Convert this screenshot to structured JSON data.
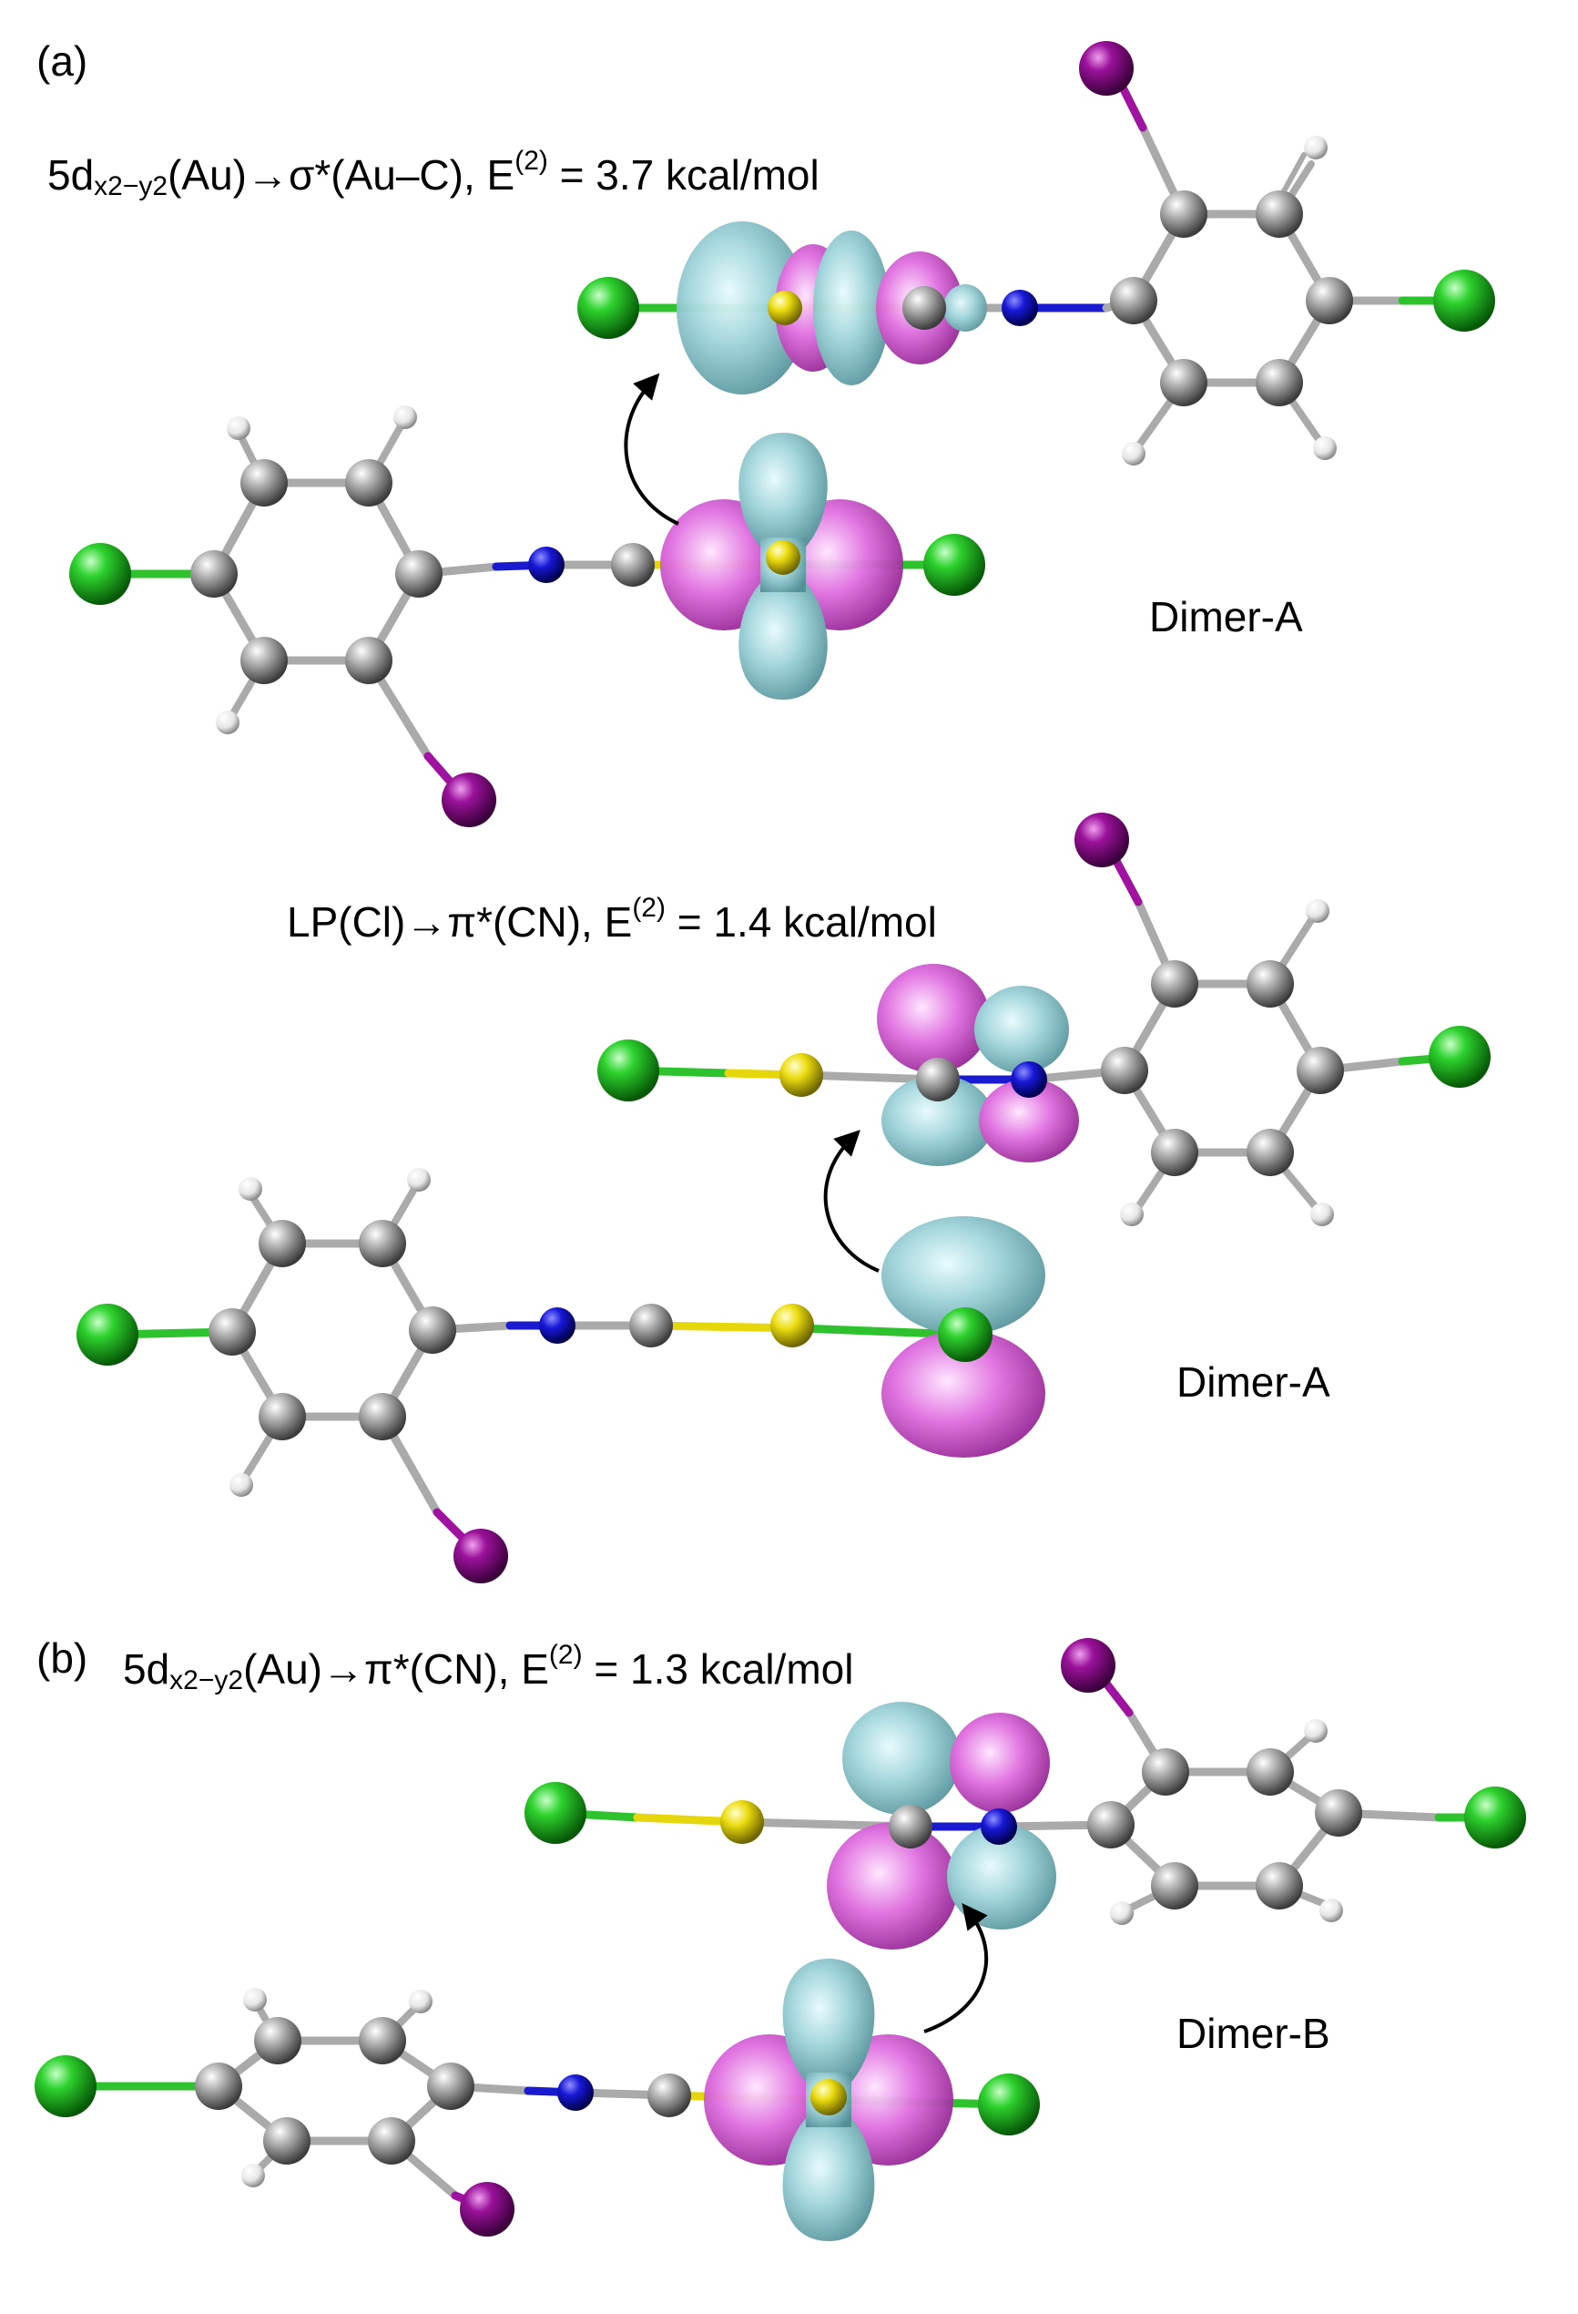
{
  "panel_a": {
    "letter": "(a)",
    "top": {
      "pre": "5d",
      "sub": "x2−y2",
      "mid": "(Au)→σ*(Au–C), E",
      "sup": "(2)",
      "post": " = 3.7 kcal/mol",
      "dimer": "Dimer-A"
    },
    "bottom": {
      "pre": "LP(Cl)→π*(CN), E",
      "sup": "(2)",
      "post": " = 1.4 kcal/mol",
      "dimer": "Dimer-A"
    }
  },
  "panel_b": {
    "letter": "(b)",
    "title": {
      "pre": "5d",
      "sub": "x2−y2",
      "mid": "(Au)→π*(CN), E",
      "sup": "(2)",
      "post": " = 1.3 kcal/mol",
      "dimer": "Dimer-B"
    }
  },
  "colors": {
    "carbon": "#8c8c8c",
    "hydrogen": "#f2f2f2",
    "nitrogen": "#1010d0",
    "chlorine": "#19c019",
    "iodine": "#8a0a8a",
    "gold": "#e6d70c",
    "lobe_cyan": "#7fbcc2",
    "lobe_magenta": "#d85ad8"
  }
}
